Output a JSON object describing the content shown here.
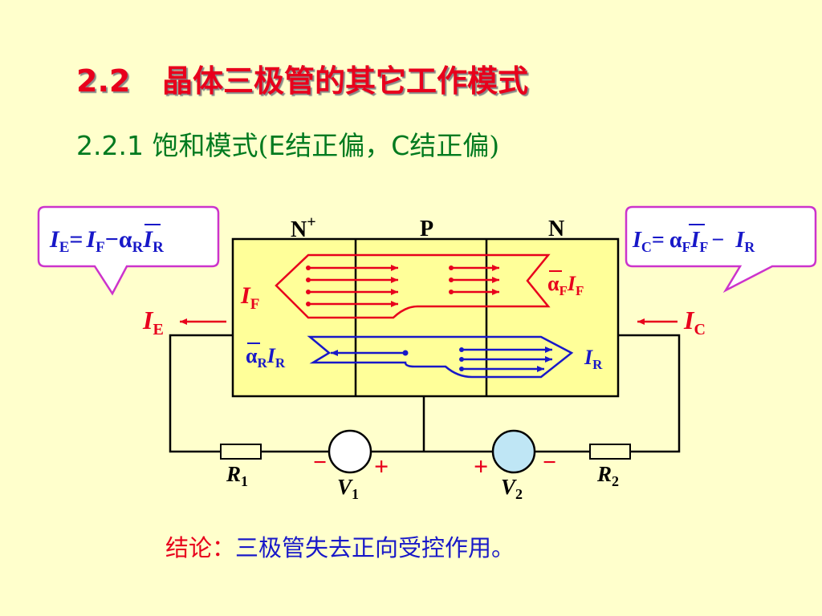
{
  "slide": {
    "title_num": "2.2",
    "title_text": "晶体三极管的其它工作模式",
    "subtitle_num": "2.2.1",
    "subtitle_text": "饱和模式",
    "subtitle_open": "(",
    "subtitle_detail": "E结正偏，C结正偏",
    "subtitle_close": ")",
    "conclusion_label": "结论：",
    "conclusion_text": "三极管失去正向受控作用。"
  },
  "regions": {
    "n_plus": "N",
    "n_plus_sup": "+",
    "p": "P",
    "n": "N"
  },
  "callouts": {
    "left": {
      "lhs": "I",
      "lhs_sub": "E",
      "eq": "=",
      "t1": "I",
      "t1_sub": "F",
      "op": "−",
      "alpha": "α",
      "alpha_sub": "R",
      "t2": "I",
      "t2_sub": "R"
    },
    "right": {
      "lhs": "I",
      "lhs_sub": "C",
      "eq": "=",
      "alpha": "α",
      "alpha_sub": "F",
      "t1": "I",
      "t1_sub": "F",
      "op": "−",
      "t2": "I",
      "t2_sub": "R"
    }
  },
  "labels": {
    "ie": {
      "sym": "I",
      "sub": "E"
    },
    "ic": {
      "sym": "I",
      "sub": "C"
    },
    "if": {
      "sym": "I",
      "sub": "F"
    },
    "alpha_f_if": {
      "alpha": "α",
      "alpha_sub": "F",
      "sym": "I",
      "sub": "F"
    },
    "alpha_r_ir": {
      "alpha": "α",
      "alpha_sub": "R",
      "sym": "I",
      "sub": "R"
    },
    "ir": {
      "sym": "I",
      "sub": "R"
    }
  },
  "circuit": {
    "r1": {
      "sym": "R",
      "sub": "1"
    },
    "r2": {
      "sym": "R",
      "sub": "2"
    },
    "v1": {
      "sym": "V",
      "sub": "1",
      "left": "−",
      "right": "+"
    },
    "v2": {
      "sym": "V",
      "sub": "2",
      "left": "+",
      "right": "−"
    }
  },
  "colors": {
    "red": "#e8001c",
    "blue": "#1818c8",
    "green": "#007a1f",
    "callout_border": "#cc33cc",
    "device": "#ffff99"
  }
}
